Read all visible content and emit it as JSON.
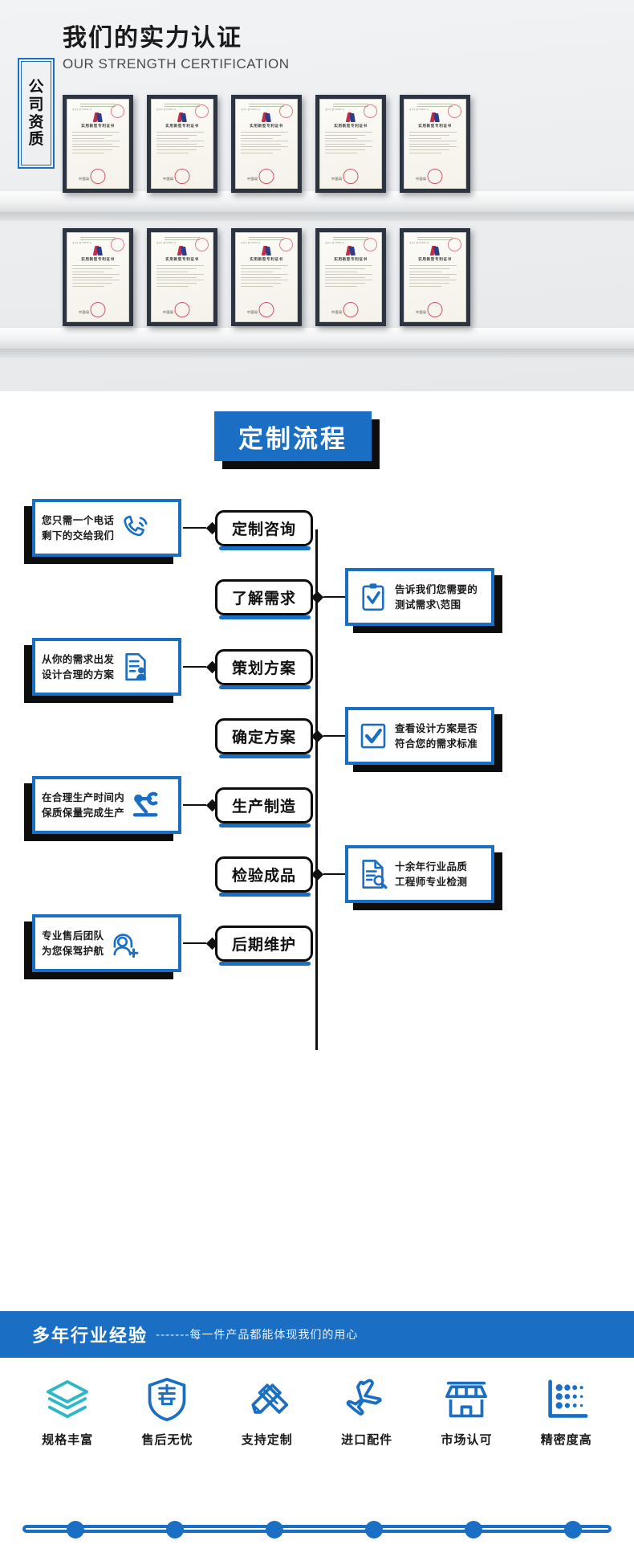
{
  "certification": {
    "title_cn": "我们的实力认证",
    "title_en": "OUR STRENGTH CERTIFICATION",
    "badge_chars": [
      "公",
      "司",
      "资",
      "质"
    ],
    "certificate_title": "实用新型专利证书",
    "certificate_signature": "中国局",
    "certificate_count_row1": 5,
    "certificate_count_row2": 5
  },
  "flow": {
    "heading": "定制流程",
    "steps": [
      {
        "label": "定制咨询"
      },
      {
        "label": "了解需求"
      },
      {
        "label": "策划方案"
      },
      {
        "label": "确定方案"
      },
      {
        "label": "生产制造"
      },
      {
        "label": "检验成品"
      },
      {
        "label": "后期维护"
      }
    ],
    "cards": [
      {
        "side": "left",
        "step_index": 0,
        "line1": "您只需一个电话",
        "line2": "剩下的交给我们",
        "icon": "phone-ring-icon"
      },
      {
        "side": "right",
        "step_index": 1,
        "line1": "告诉我们您需要的",
        "line2": "测试需求\\范围",
        "icon": "clipboard-check-icon"
      },
      {
        "side": "left",
        "step_index": 2,
        "line1": "从你的需求出发",
        "line2": "设计合理的方案",
        "icon": "document-person-icon"
      },
      {
        "side": "right",
        "step_index": 3,
        "line1": "查看设计方案是否",
        "line2": "符合您的需求标准",
        "icon": "checkbox-check-icon"
      },
      {
        "side": "left",
        "step_index": 4,
        "line1": "在合理生产时间内",
        "line2": "保质保量完成生产",
        "icon": "robot-arm-icon"
      },
      {
        "side": "right",
        "step_index": 5,
        "line1": "十余年行业品质",
        "line2": "工程师专业检测",
        "icon": "document-search-icon"
      },
      {
        "side": "left",
        "step_index": 6,
        "line1": "专业售后团队",
        "line2": "为您保驾护航",
        "icon": "headset-support-icon"
      }
    ]
  },
  "experience": {
    "main": "多年行业经验",
    "sub": "-------每一件产品都能体现我们的用心"
  },
  "features": [
    {
      "label": "规格丰富",
      "icon": "layers-icon"
    },
    {
      "label": "售后无忧",
      "icon": "shield-sale-icon"
    },
    {
      "label": "支持定制",
      "icon": "pencil-ruler-icon"
    },
    {
      "label": "进口配件",
      "icon": "airplane-icon"
    },
    {
      "label": "市场认可",
      "icon": "storefront-icon"
    },
    {
      "label": "精密度高",
      "icon": "precision-dots-icon"
    }
  ],
  "colors": {
    "brand_blue": "#1a6fc4",
    "teal": "#2eb8c6",
    "dark": "#0d0d0d",
    "white": "#ffffff"
  }
}
